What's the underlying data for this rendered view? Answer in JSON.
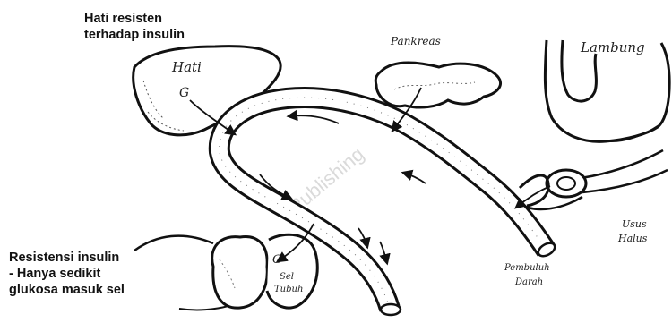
{
  "callouts": {
    "liver_line1": "Hati resisten",
    "liver_line2": "terhadap insulin",
    "cell_line1": "Resistensi insulin",
    "cell_line2": "- Hanya sedikit",
    "cell_line3": "glukosa masuk sel"
  },
  "organ_labels": {
    "liver": "Hati",
    "liver_glucose": "G",
    "pancreas": "Pankreas",
    "stomach": "Lambung",
    "intestine_line1": "Usus",
    "intestine_line2": "Halus",
    "vessel_line1": "Pembuluh",
    "vessel_line2": "Darah",
    "fat_cell_glucose": "G",
    "fat_cell_line1": "Sel",
    "fat_cell_line2": "Tubuh"
  },
  "watermark": "Publishing"
}
